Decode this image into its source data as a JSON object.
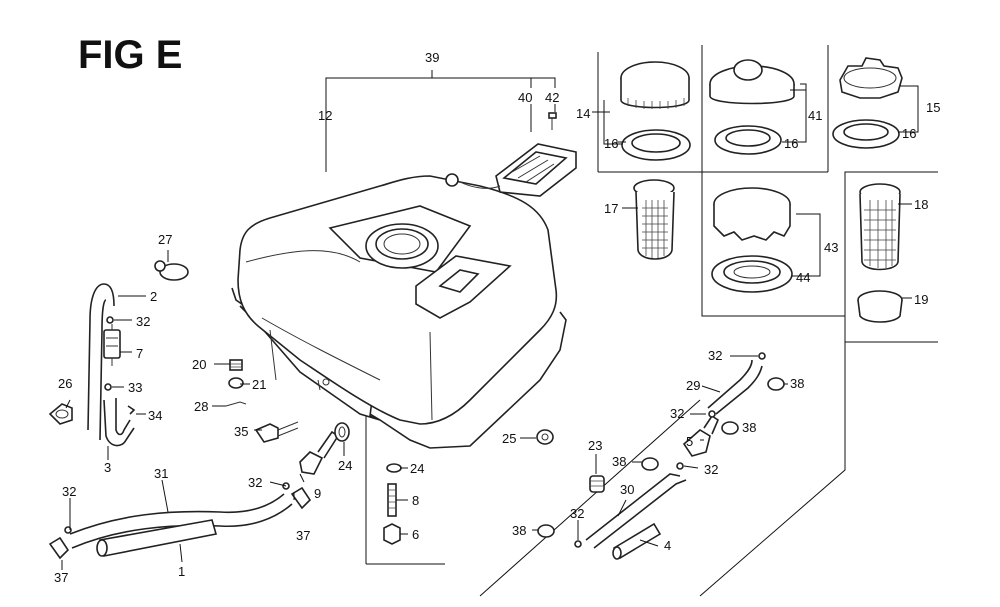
{
  "figure_title": "FIG E",
  "callouts": [
    {
      "id": "c39",
      "text": "39"
    },
    {
      "id": "c12",
      "text": "12"
    },
    {
      "id": "c40",
      "text": "40"
    },
    {
      "id": "c42",
      "text": "42"
    },
    {
      "id": "c14",
      "text": "14"
    },
    {
      "id": "c16a",
      "text": "16"
    },
    {
      "id": "c17",
      "text": "17"
    },
    {
      "id": "c41",
      "text": "41"
    },
    {
      "id": "c16b",
      "text": "16"
    },
    {
      "id": "c15",
      "text": "15"
    },
    {
      "id": "c16c",
      "text": "16"
    },
    {
      "id": "c43",
      "text": "43"
    },
    {
      "id": "c44",
      "text": "44"
    },
    {
      "id": "c18",
      "text": "18"
    },
    {
      "id": "c19",
      "text": "19"
    },
    {
      "id": "c27",
      "text": "27"
    },
    {
      "id": "c2",
      "text": "2"
    },
    {
      "id": "c32a",
      "text": "32"
    },
    {
      "id": "c7",
      "text": "7"
    },
    {
      "id": "c26",
      "text": "26"
    },
    {
      "id": "c33",
      "text": "33"
    },
    {
      "id": "c34",
      "text": "34"
    },
    {
      "id": "c3",
      "text": "3"
    },
    {
      "id": "c20",
      "text": "20"
    },
    {
      "id": "c21",
      "text": "21"
    },
    {
      "id": "c28",
      "text": "28"
    },
    {
      "id": "c35",
      "text": "35"
    },
    {
      "id": "c24a",
      "text": "24"
    },
    {
      "id": "c31",
      "text": "31"
    },
    {
      "id": "c32b",
      "text": "32"
    },
    {
      "id": "c9",
      "text": "9"
    },
    {
      "id": "c37a",
      "text": "37"
    },
    {
      "id": "c32c",
      "text": "32"
    },
    {
      "id": "c37b",
      "text": "37"
    },
    {
      "id": "c1",
      "text": "1"
    },
    {
      "id": "c24b",
      "text": "24"
    },
    {
      "id": "c8",
      "text": "8"
    },
    {
      "id": "c6",
      "text": "6"
    },
    {
      "id": "c25",
      "text": "25"
    },
    {
      "id": "c23",
      "text": "23"
    },
    {
      "id": "c38a",
      "text": "38"
    },
    {
      "id": "c30",
      "text": "30"
    },
    {
      "id": "c38b",
      "text": "38"
    },
    {
      "id": "c32d",
      "text": "32"
    },
    {
      "id": "c4",
      "text": "4"
    },
    {
      "id": "c32e",
      "text": "32"
    },
    {
      "id": "c29",
      "text": "29"
    },
    {
      "id": "c38c",
      "text": "38"
    },
    {
      "id": "c32f",
      "text": "32"
    },
    {
      "id": "c38d",
      "text": "38"
    },
    {
      "id": "c5",
      "text": "5"
    },
    {
      "id": "c32g",
      "text": "32"
    }
  ]
}
